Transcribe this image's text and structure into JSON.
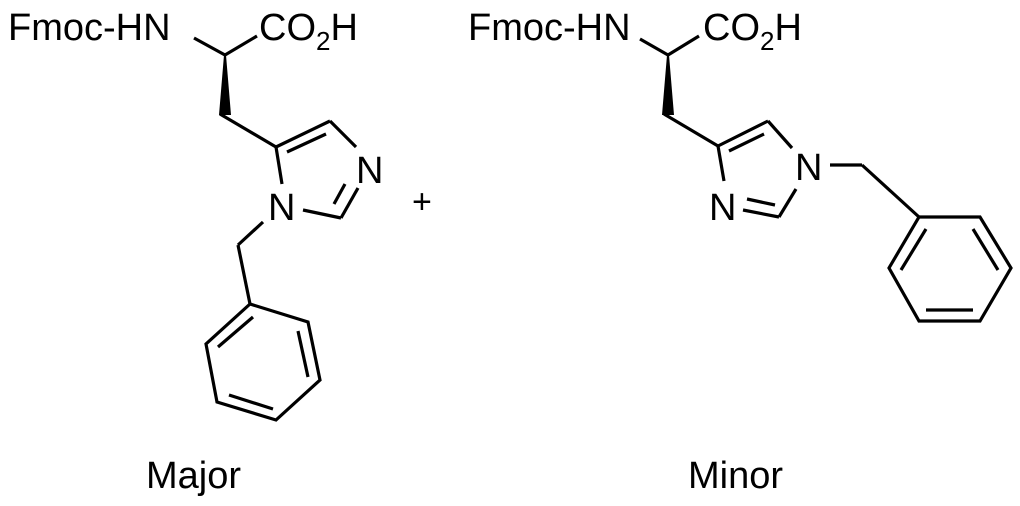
{
  "figure": {
    "operator": "+",
    "colors": {
      "ink": "#000000",
      "background": "#ffffff"
    },
    "molecules": [
      {
        "id": "major",
        "caption": "Major",
        "labels": {
          "amine": "Fmoc-HN",
          "acid_c": "CO",
          "acid_sub": "2",
          "acid_h": "H",
          "n_ring_top": "N",
          "n_ring_bottom": "N"
        },
        "description": "Fmoc-His(π-Bn)-OH (N1-benzyl on nitrogen adjacent to side-chain carbon)"
      },
      {
        "id": "minor",
        "caption": "Minor",
        "labels": {
          "amine": "Fmoc-HN",
          "acid_c": "CO",
          "acid_sub": "2",
          "acid_h": "H",
          "n_ring_benzyl": "N",
          "n_ring_other": "N"
        },
        "description": "Fmoc-His(τ-Bn)-OH (benzyl on distal imidazole nitrogen)"
      }
    ]
  }
}
